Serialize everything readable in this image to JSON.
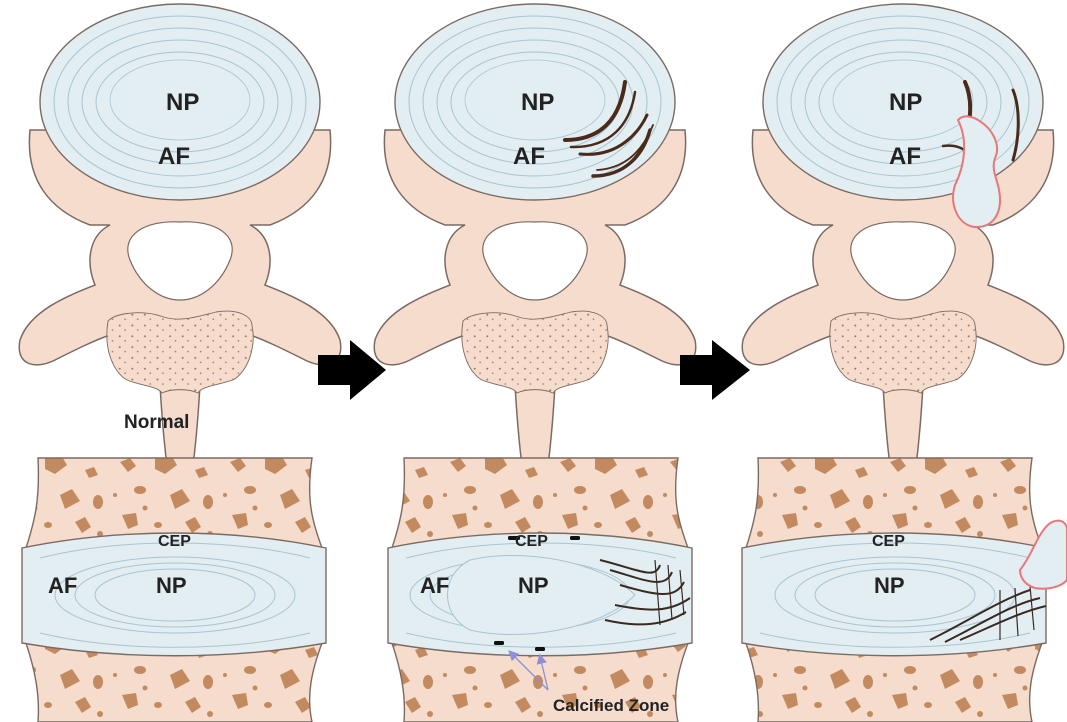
{
  "labels": {
    "np": "NP",
    "af": "AF",
    "cep": "CEP",
    "normal": "Normal",
    "calcified_zone": "Calcified Zone"
  },
  "colors": {
    "disc_fill": "#e3eef3",
    "disc_line": "#a9c4d0",
    "bone_fill": "#f6dccd",
    "bone_outline": "#7b6a62",
    "trabecula": "#c28a5e",
    "fissure": "#4a2a1a",
    "herniation_glow": "#e6787a",
    "arrow": "#000000",
    "pointer": "#8f8fd6"
  },
  "icons": [
    "arrow-right-icon",
    "arrow-right-icon"
  ]
}
